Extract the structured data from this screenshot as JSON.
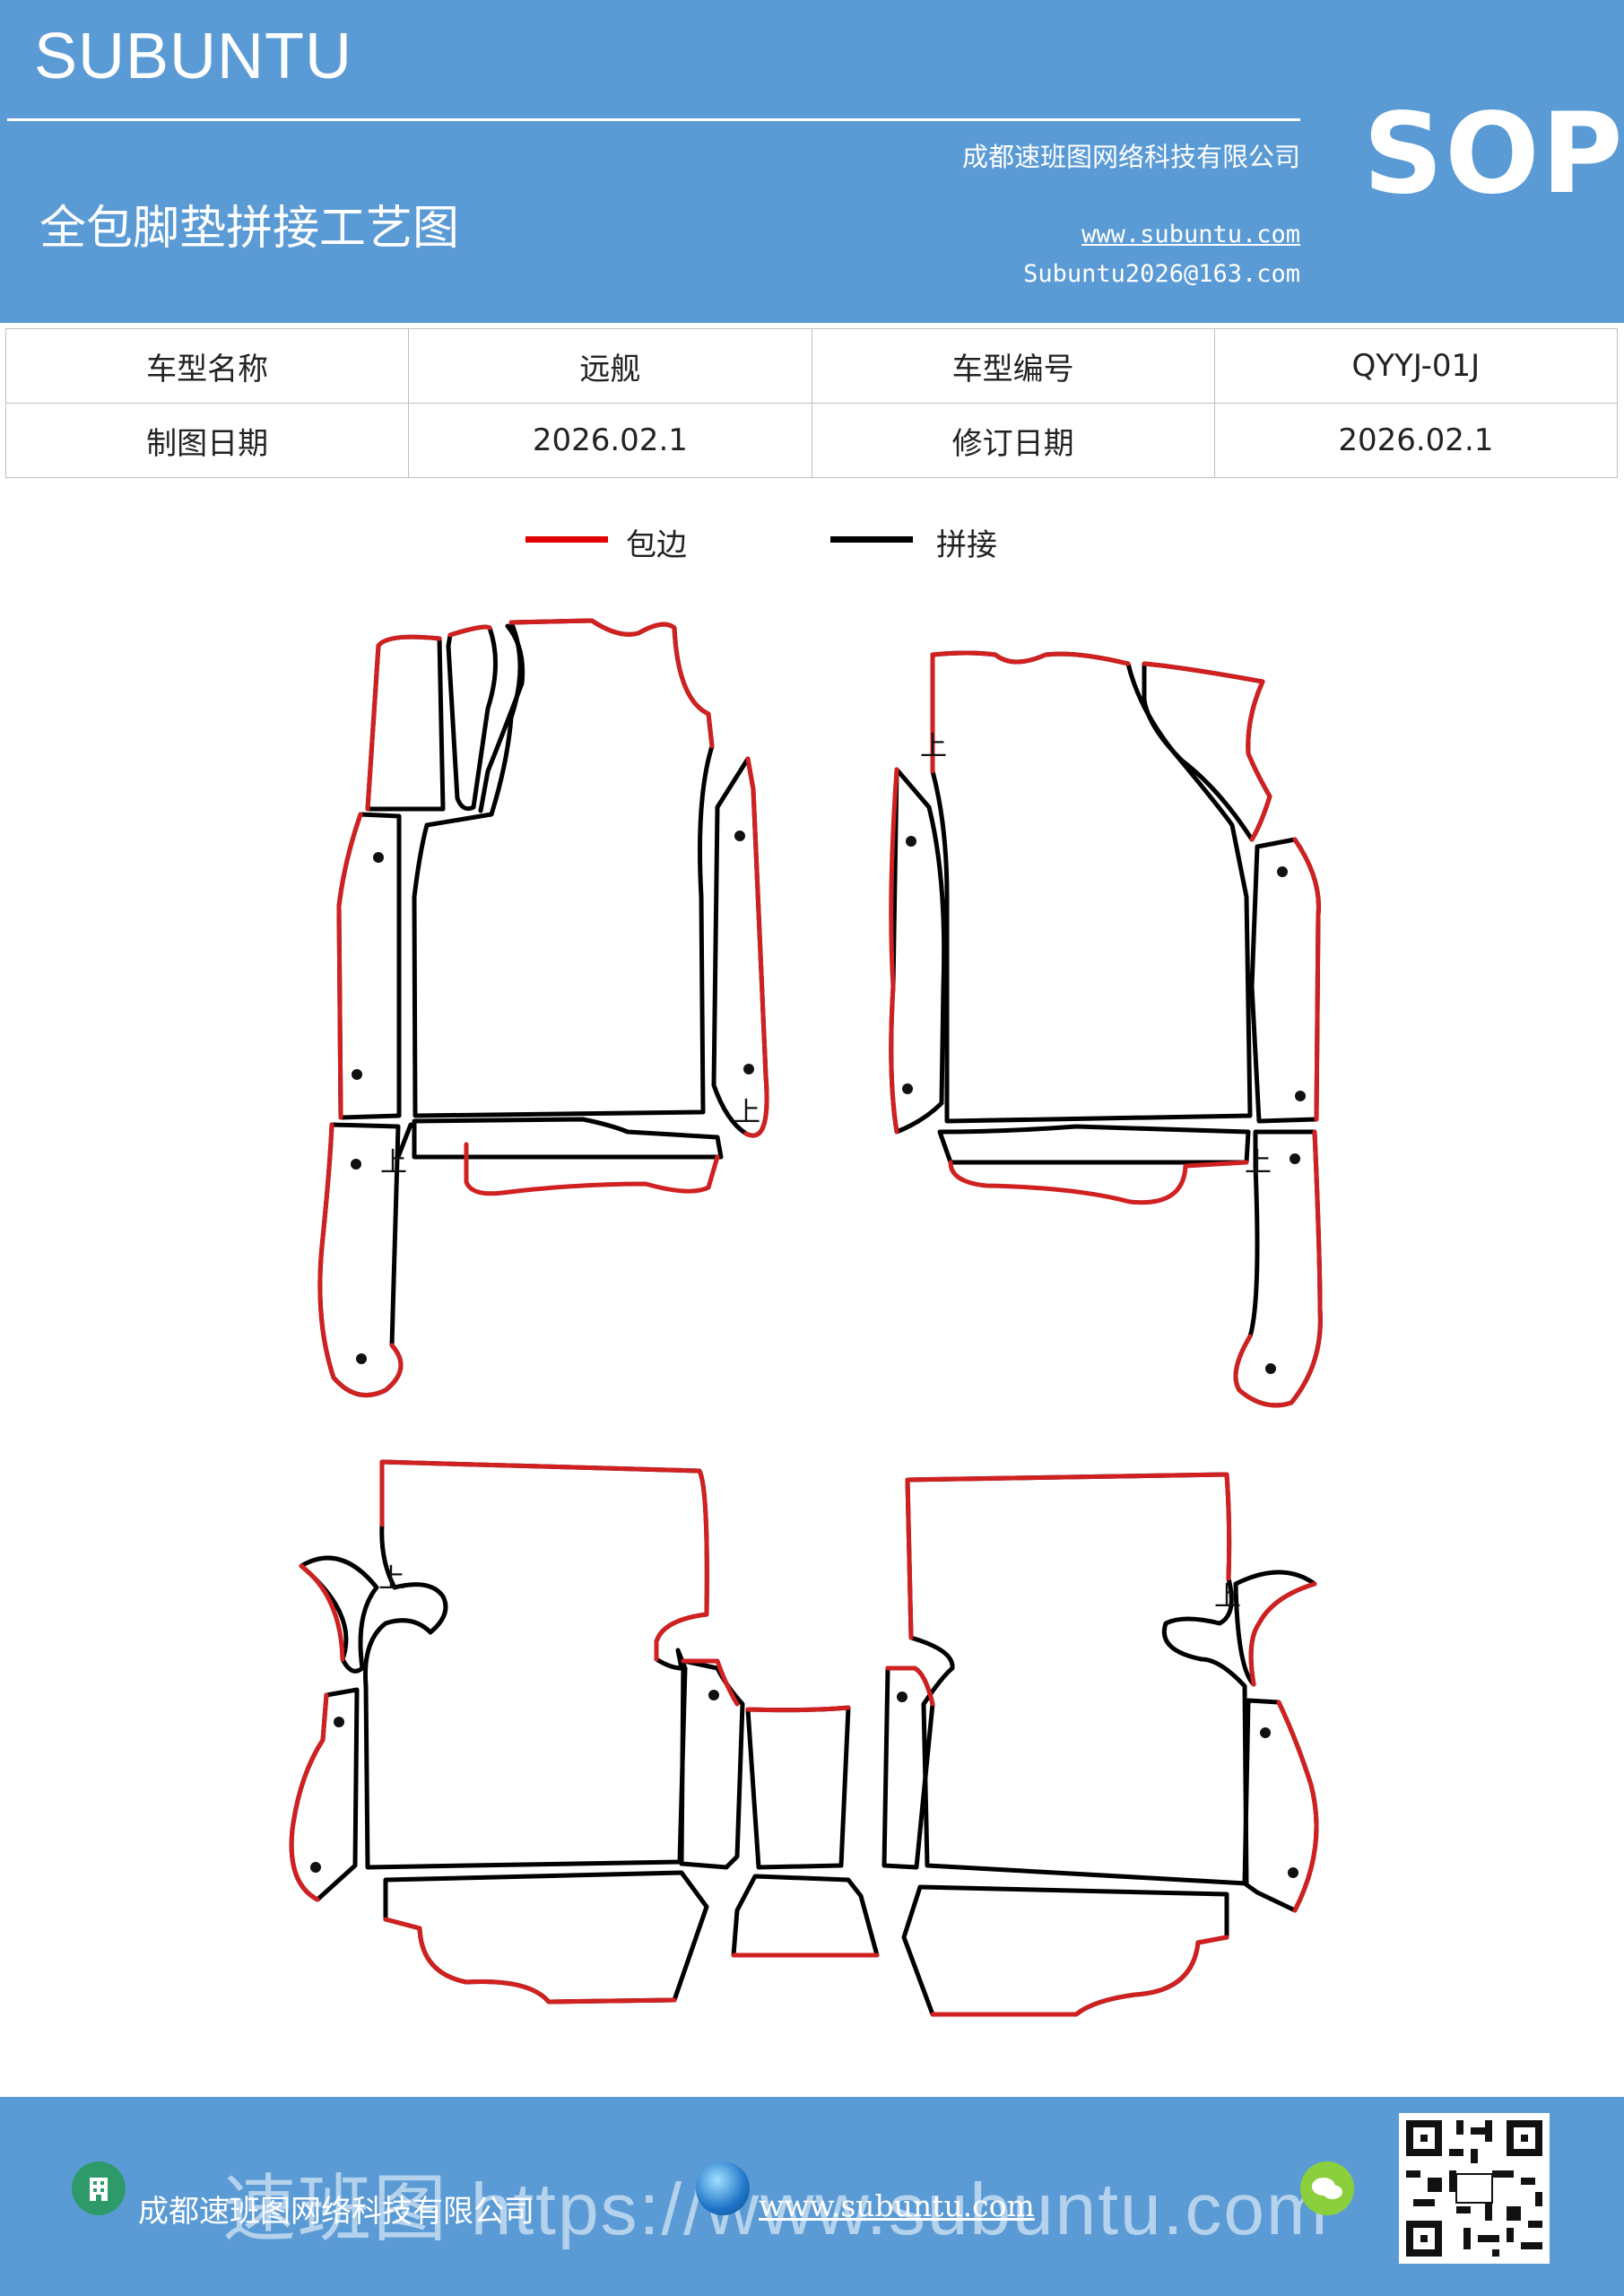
{
  "header": {
    "brand": "SUBUNTU",
    "company": "成都速班图网络科技有限公司",
    "title": "全包脚垫拼接工艺图",
    "website": "www.subuntu.com",
    "email": "Subuntu2026@163.com",
    "badge": "SOP",
    "background_color": "#5b9bd5"
  },
  "info_table": {
    "rows": [
      [
        "车型名称",
        "远舰",
        "车型编号",
        "QYYJ-01J"
      ],
      [
        "制图日期",
        "2026.02.1",
        "修订日期",
        "2026.02.1"
      ]
    ]
  },
  "legend": {
    "items": [
      {
        "label": "包边",
        "color": "#e00000"
      },
      {
        "label": "拼接",
        "color": "#000000"
      }
    ]
  },
  "drawing": {
    "orientation_mark": "上",
    "edge_color": "#d02020",
    "seam_color": "#000000"
  },
  "footer": {
    "company": "成都速班图网络科技有限公司",
    "website": "www.subuntu.com",
    "watermark": "速班图 https://www.subuntu.com",
    "icons": [
      "building-icon",
      "globe-icon",
      "wechat-icon",
      "qr-code"
    ]
  }
}
